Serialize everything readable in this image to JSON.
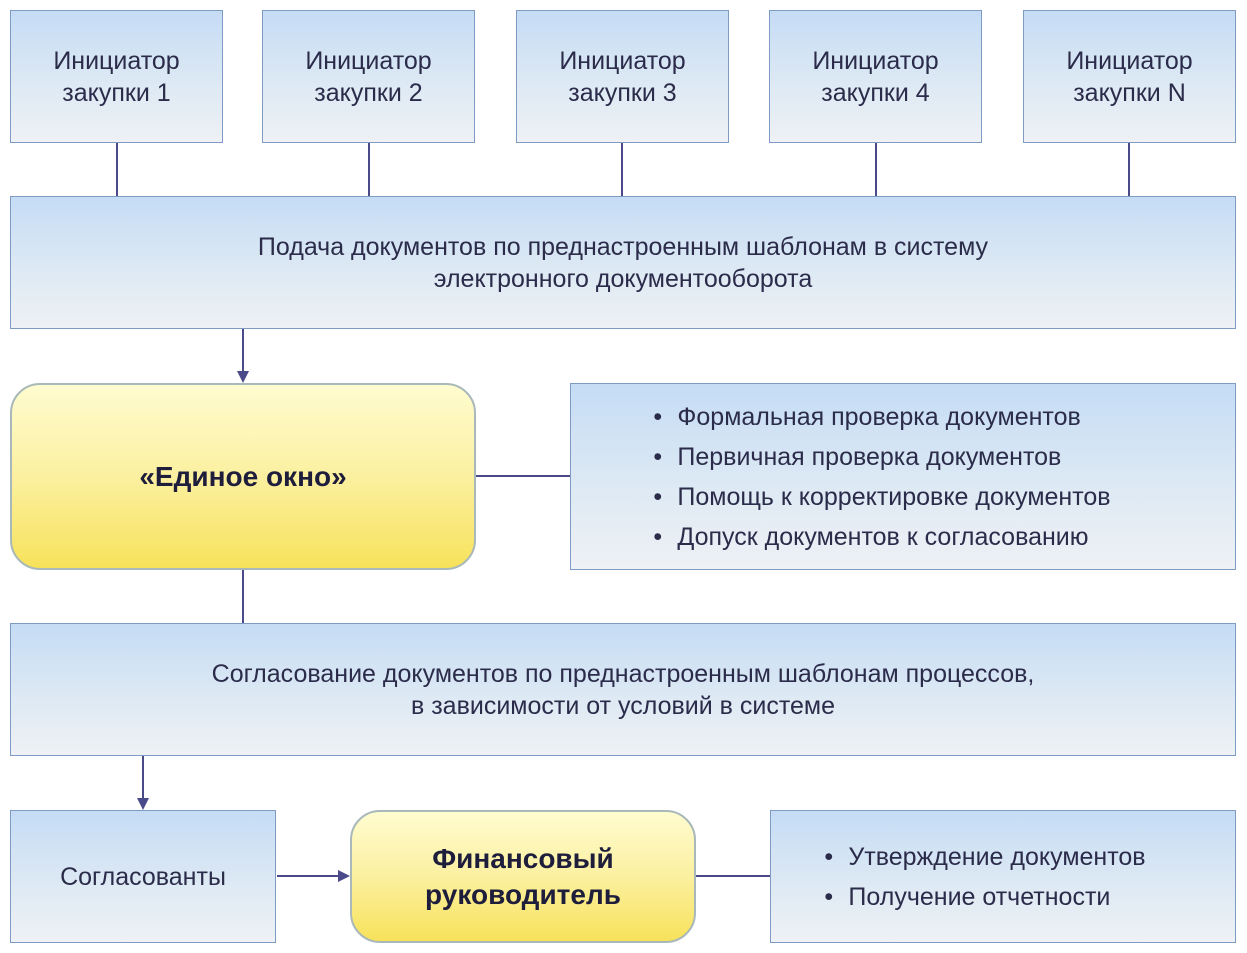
{
  "initiators": [
    {
      "label": "Инициатор\nзакупки 1"
    },
    {
      "label": "Инициатор\nзакупки 2"
    },
    {
      "label": "Инициатор\nзакупки 3"
    },
    {
      "label": "Инициатор\nзакупки 4"
    },
    {
      "label": "Инициатор\nзакупки N"
    }
  ],
  "submission": {
    "text": "Подача документов по преднастроенным шаблонам в систему\nэлектронного документооборота"
  },
  "single_window": {
    "label": "«Единое окно»"
  },
  "checks": {
    "items": [
      "Формальная проверка документов",
      "Первичная проверка документов",
      "Помощь к корректировке документов",
      "Допуск документов к согласованию"
    ]
  },
  "approval": {
    "text": "Согласование документов по преднастроенным шаблонам процессов,\nв зависимости от условий в системе"
  },
  "approvers": {
    "label": "Согласованты"
  },
  "financial_manager": {
    "label": "Финансовый\nруководитель"
  },
  "finance_tasks": {
    "items": [
      "Утверждение документов",
      "Получение отчетности"
    ]
  },
  "colors": {
    "connector": "#4a4a8a",
    "box_border": "#7e9bc4",
    "box_fill_top": "#c5dcf5",
    "highlight_fill": "#f7e25b"
  }
}
